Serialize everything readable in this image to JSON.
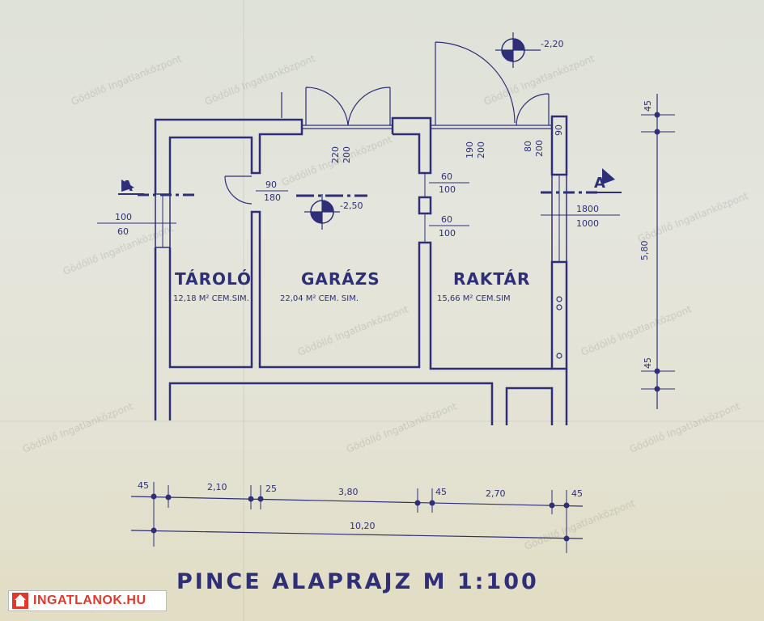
{
  "rooms": [
    {
      "name": "TÁROLÓ",
      "area": "12,18 M² CEM.SIM."
    },
    {
      "name": "GARÁZS",
      "area": "22,04 M² CEM. SIM."
    },
    {
      "name": "RAKTÁR",
      "area": "15,66 M² CEM.SIM"
    }
  ],
  "levels": {
    "upper": "-2,20",
    "middle": "-2,50"
  },
  "openings": {
    "tarolo_window": {
      "w": "100",
      "h": "60"
    },
    "tarolo_door": {
      "w": "90",
      "h": "180"
    },
    "garage_door": {
      "w": "220",
      "h": "200"
    },
    "raktar_door": {
      "w": "190",
      "h": "200"
    },
    "raktar_small_door": {
      "w": "80",
      "h": "200"
    },
    "raktar_right_opening": "90",
    "inner_window_top": {
      "w": "60",
      "h": "100"
    },
    "inner_window_bottom": {
      "w": "60",
      "h": "100"
    },
    "raktar_window": {
      "w": "1800",
      "h": "1000"
    }
  },
  "section_marks": {
    "left": "A",
    "right": "A"
  },
  "dimensions": {
    "bottom": [
      "45",
      "2,10",
      "25",
      "3,80",
      "45",
      "2,70",
      "45"
    ],
    "total": "10,20",
    "right": [
      "45",
      "5,80",
      "45"
    ]
  },
  "title": "PINCE ALAPRAJZ M 1:100",
  "watermark": "Gödöllő Ingatlanközpont",
  "brand": {
    "name": "INGATLANOK.HU",
    "color": "#e0392b"
  }
}
